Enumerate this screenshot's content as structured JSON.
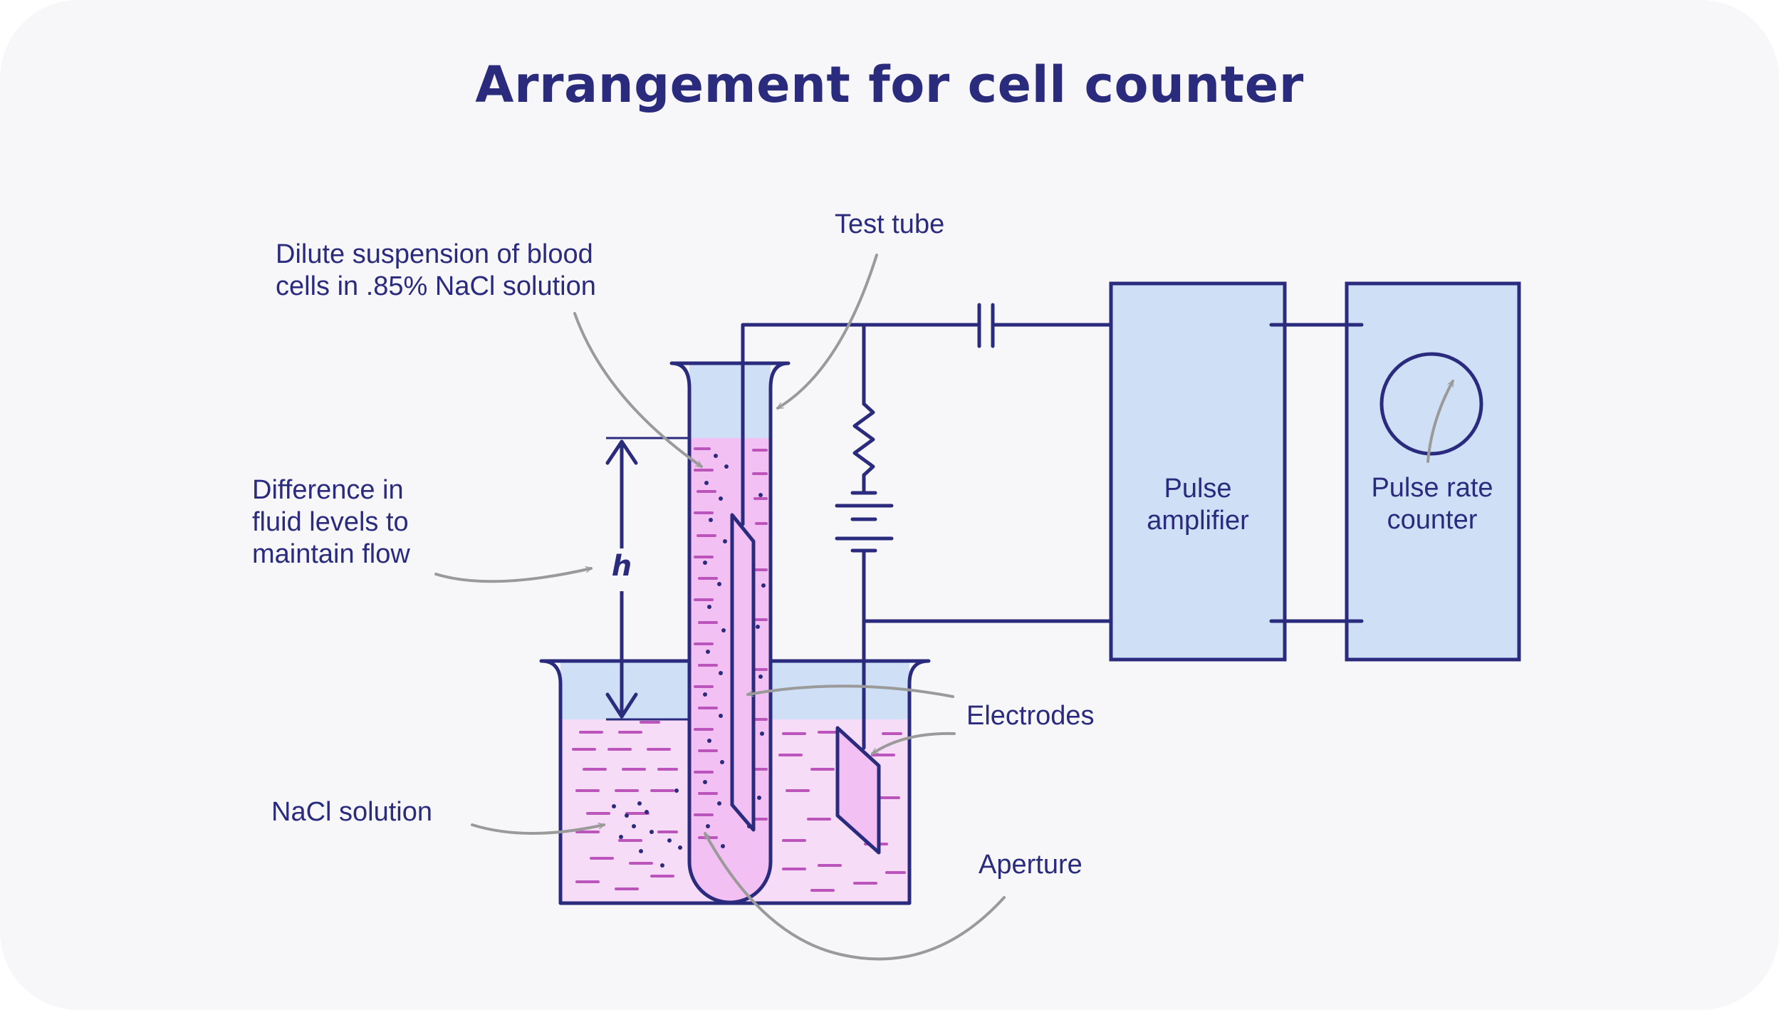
{
  "title": "Arrangement for cell counter",
  "labels": {
    "dilute_line1": "Dilute suspension of blood",
    "dilute_line2": "cells in .85% NaCl solution",
    "test_tube": "Test tube",
    "difference_line1": "Difference in",
    "difference_line2": "fluid levels to",
    "difference_line3": "maintain flow",
    "height": "h",
    "nacl_solution": "NaCl solution",
    "electrodes": "Electrodes",
    "aperture": "Aperture",
    "pulse_amplifier_line1": "Pulse",
    "pulse_amplifier_line2": "amplifier",
    "pulse_rate_counter_line1": "Pulse rate",
    "pulse_rate_counter_line2": "counter"
  },
  "colors": {
    "ink": "#2b2b7e",
    "leader": "#9a9a9a",
    "air_blue": "#cfe0f6",
    "solution_light": "#f6dcf6",
    "solution_dense": "#f3c0f3",
    "dash_magenta": "#bb55bb",
    "background": "#f7f7fa"
  },
  "icons": {
    "resistor": "resistor-zigzag-icon",
    "battery": "battery-icon",
    "capacitor": "capacitor-icon",
    "meter": "meter-dial-icon"
  }
}
